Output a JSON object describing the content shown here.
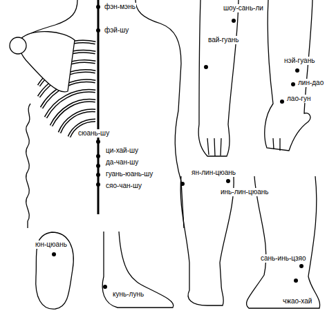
{
  "diagram": {
    "labels": [
      "фэн-мэнь",
      "фэй-шу",
      "шоу-сань-ли",
      "вай-гуань",
      "нэй-гуань",
      "лин-дао",
      "лао-гун",
      "сюань-шу",
      "ци-хай-шу",
      "да-чан-шу",
      "гуань-юань-шу",
      "сяо-чан-шу",
      "ян-лин-цюань",
      "инь-лин-цюань",
      "сань-инь-цзяо",
      "юн-цюань",
      "кунь-лунь",
      "чжао-хай"
    ]
  }
}
